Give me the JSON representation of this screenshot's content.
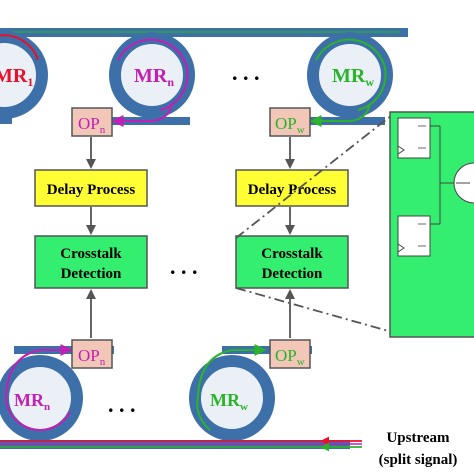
{
  "top_rings": {
    "ring_1": "MR",
    "ring_1_sub": "1",
    "ring_n": "MR",
    "ring_n_sub": "n",
    "ring_w": "MR",
    "ring_w_sub": "w",
    "ellipsis": ". . ."
  },
  "top_ports": {
    "port_n": "OP",
    "port_n_sub": "n",
    "port_w": "OP",
    "port_w_sub": "w"
  },
  "delay_boxes": {
    "left": "Delay Process",
    "right": "Delay Process"
  },
  "crosstalk_boxes": {
    "left_line1": "Crosstalk",
    "left_line2": "Detection",
    "right_line1": "Crosstalk",
    "right_line2": "Detection",
    "ellipsis": ". . ."
  },
  "bottom_ports": {
    "port_n": "OP",
    "port_n_sub": "n",
    "port_w": "OP",
    "port_w_sub": "w"
  },
  "bottom_rings": {
    "ring_n": "MR",
    "ring_n_sub": "n",
    "ring_w": "MR",
    "ring_w_sub": "w",
    "ellipsis": ". . ."
  },
  "upstream": {
    "line1": "Upstream",
    "line2": "(split signal)"
  },
  "colors": {
    "waveguide": "#3d6fa8",
    "ring_fill": "#eaf0f6",
    "ring_1_text": "#e8102a",
    "ring_n_text": "#c21fb5",
    "ring_w_text": "#2bb32b",
    "port_fill": "#f2c7b8",
    "delay_fill": "#ffff33",
    "crosstalk_fill": "#33ee6f",
    "detail_panel_fill": "#33ee6f",
    "arrow": "#666666"
  }
}
